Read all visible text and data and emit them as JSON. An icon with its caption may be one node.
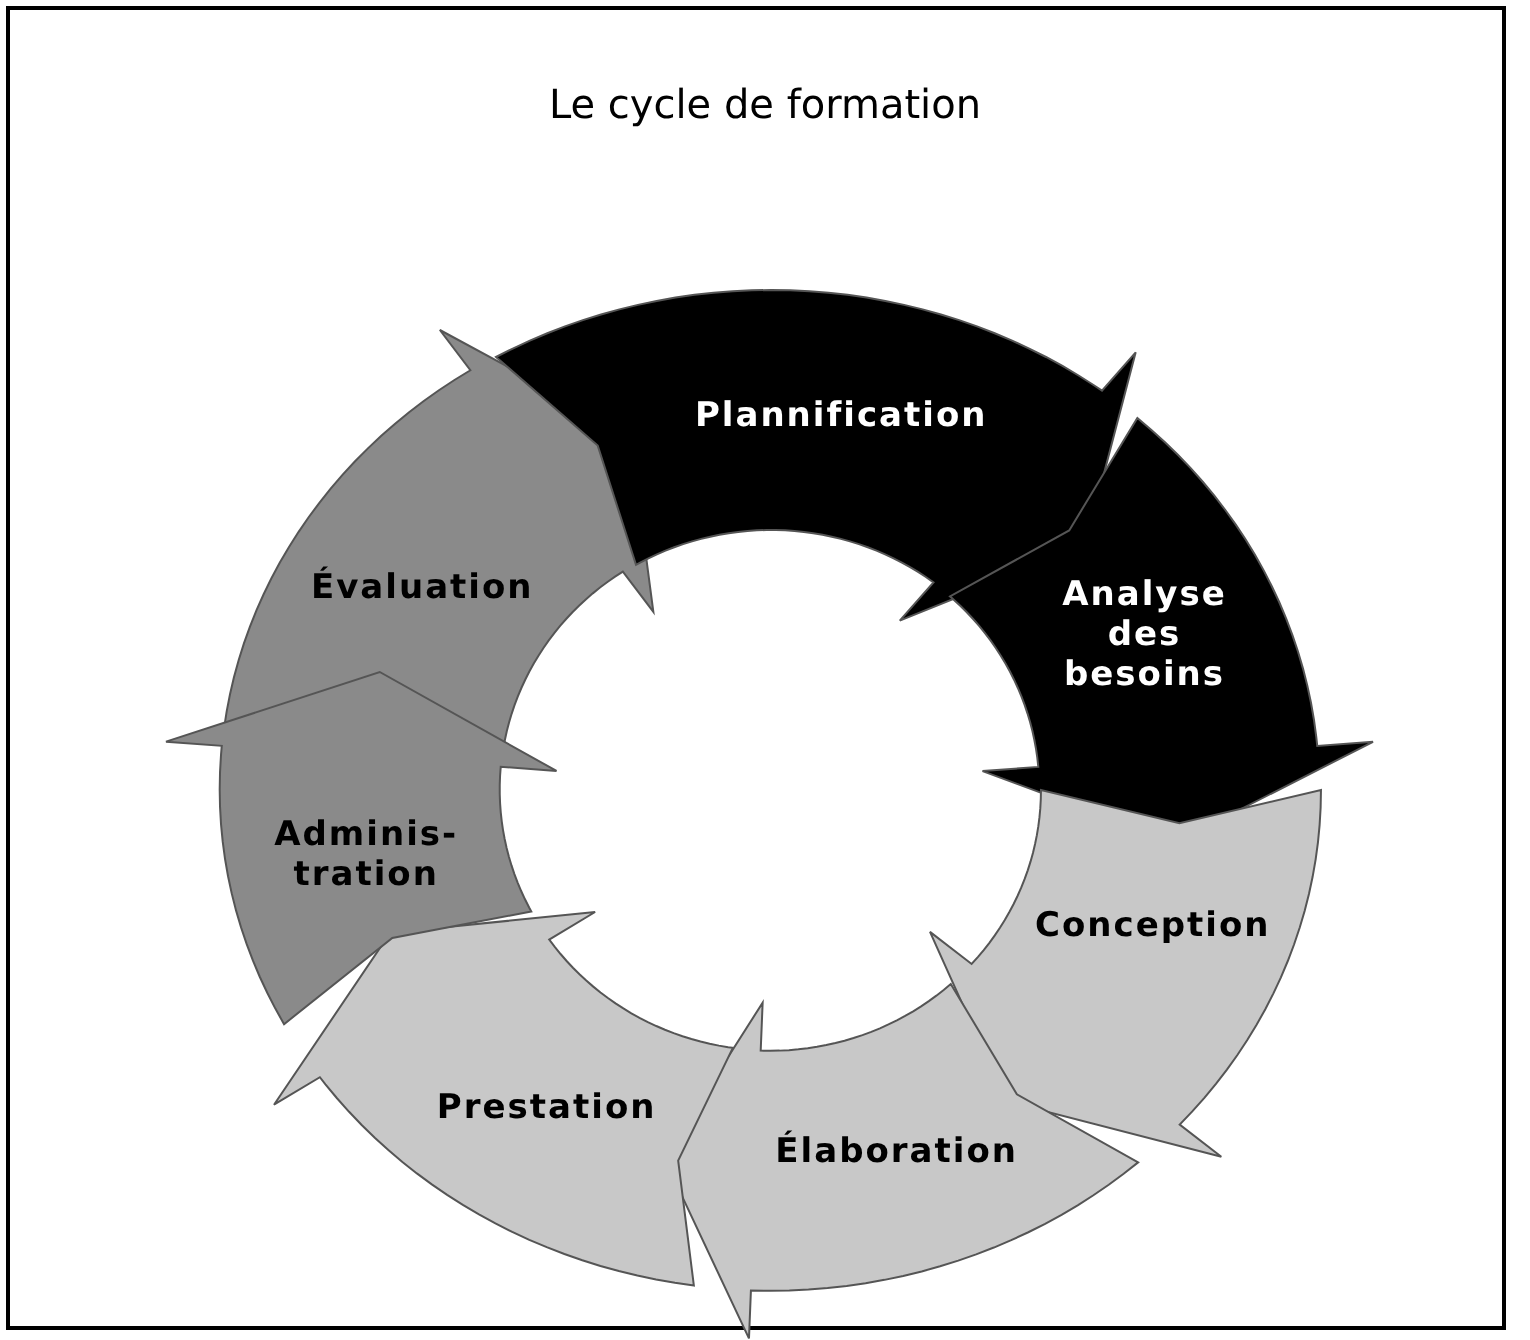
{
  "diagram": {
    "title": "Le cycle de formation",
    "nodes": [
      {
        "text": [
          "Évaluation"
        ]
      },
      {
        "text": [
          "Plannification"
        ]
      },
      {
        "text": [
          "Analyse des besoins"
        ]
      },
      {
        "text": [
          "Conception"
        ]
      },
      {
        "text": [
          "Élaboration"
        ]
      },
      {
        "text": [
          "Prestation"
        ]
      },
      {
        "text": [
          "Adminis-tration"
        ]
      }
    ]
  }
}
